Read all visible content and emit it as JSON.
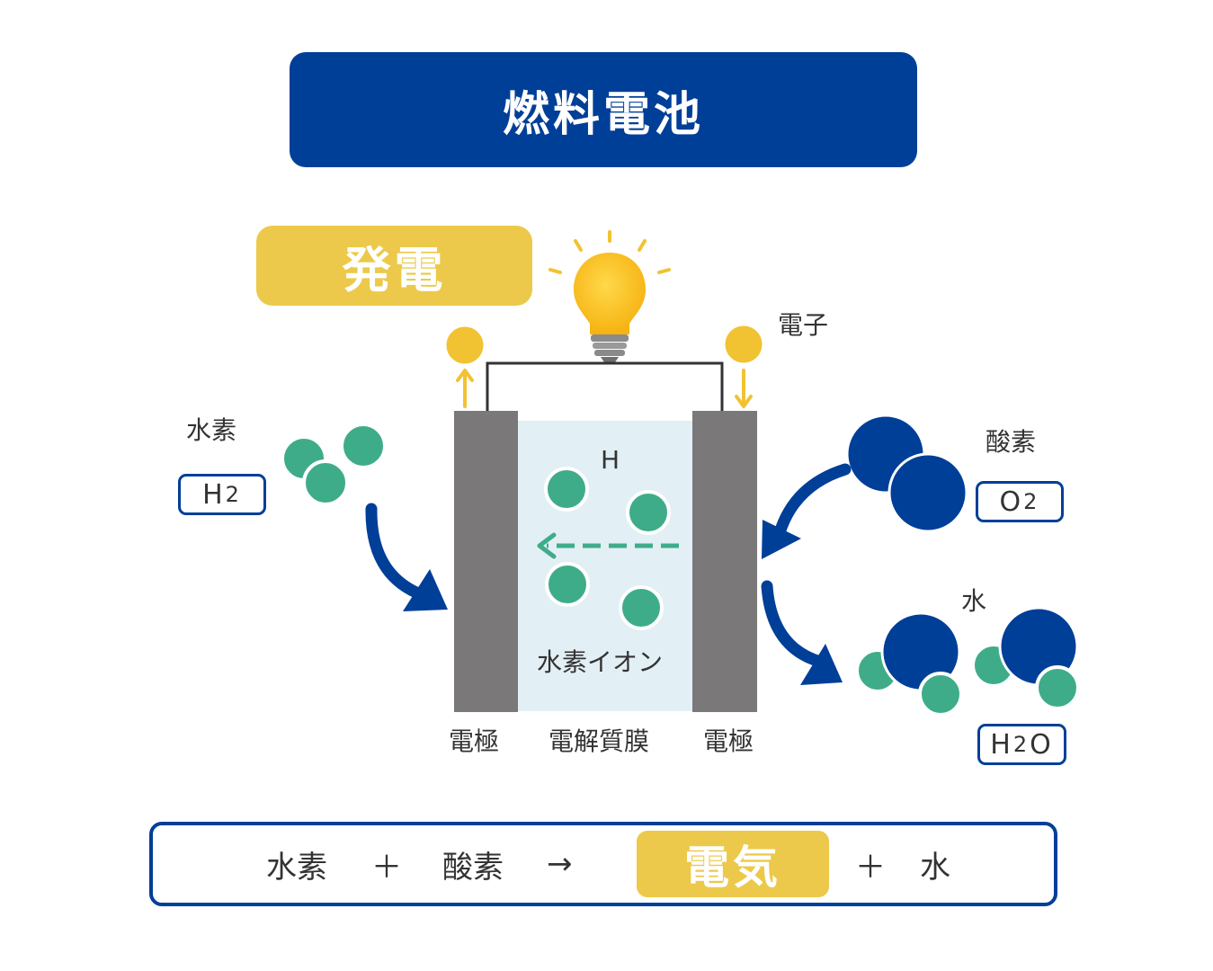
{
  "title": "燃料電池",
  "generation_label": "発電",
  "labels": {
    "electron": "電子",
    "hydrogen": "水素",
    "oxygen": "酸素",
    "water": "水",
    "proton_symbol": "H",
    "hydrogen_ion": "水素イオン",
    "electrode_left": "電極",
    "membrane": "電解質膜",
    "electrode_right": "電極"
  },
  "formulas": {
    "hydrogen": {
      "base": "H",
      "sub": "2",
      "tail": ""
    },
    "oxygen": {
      "base": "O",
      "sub": "2",
      "tail": ""
    },
    "water": {
      "base": "H",
      "sub": "2",
      "tail": "O"
    }
  },
  "equation": {
    "reactant1": "水素",
    "plus1": "＋",
    "reactant2": "酸素",
    "arrow": "→",
    "product_highlight": "電気",
    "plus2": "＋",
    "product2": "水"
  },
  "colors": {
    "navy": "#003f98",
    "gold": "#ecc94a",
    "electrode_gray": "#7a7878",
    "membrane_blue": "#e2eff5",
    "hydrogen_green": "#3fac89",
    "electron_yellow": "#f1c232"
  },
  "icons": [
    "light-bulb-icon"
  ]
}
